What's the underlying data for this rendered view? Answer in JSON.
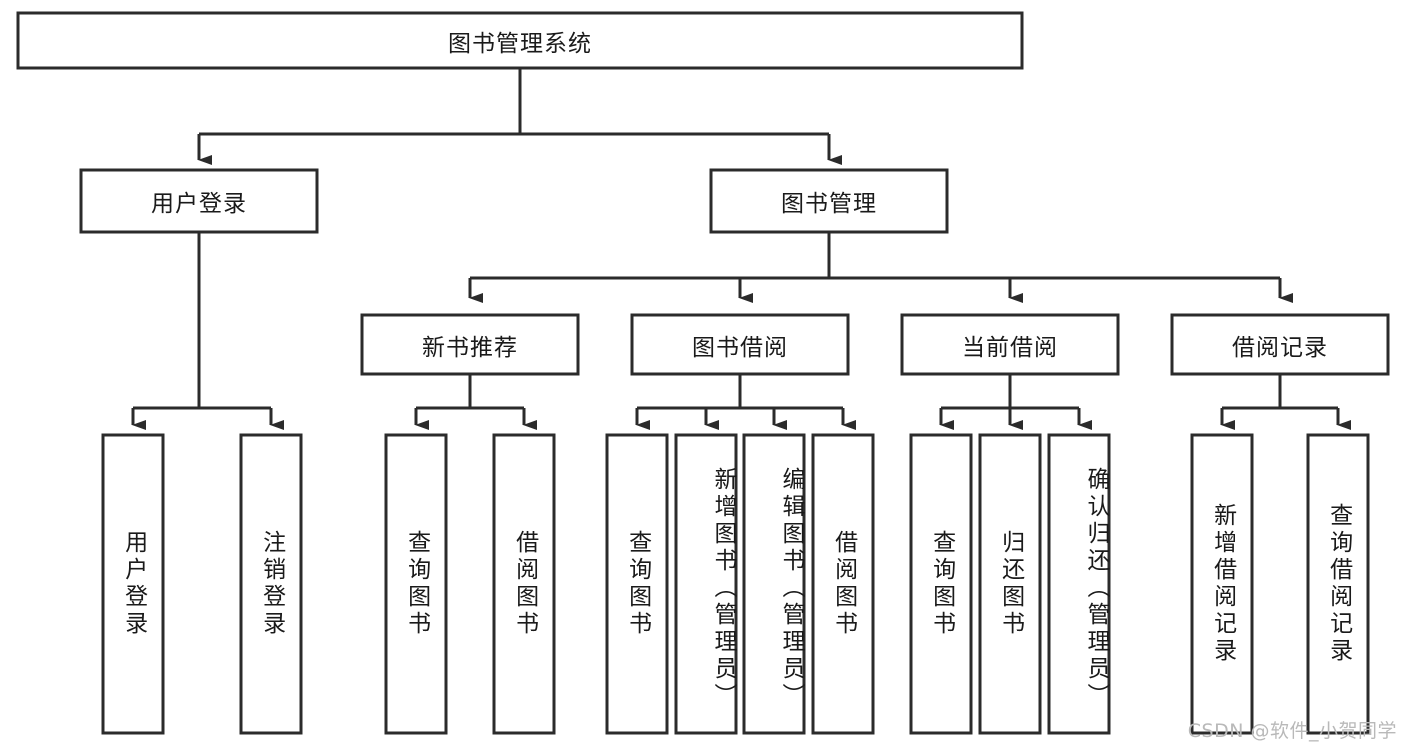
{
  "diagram": {
    "title": "图书管理系统",
    "type": "hierarchy-tree",
    "watermark": "CSDN @软件_小贺同学",
    "colors": {
      "stroke": "#2b2b2b",
      "fill": "#ffffff",
      "text": "#1a1a1a",
      "watermark": "#b9b9b9"
    },
    "levels": {
      "root": {
        "label": "图书管理系统"
      },
      "level2": [
        {
          "label": "用户登录"
        },
        {
          "label": "图书管理"
        }
      ],
      "level3": [
        {
          "label": "新书推荐"
        },
        {
          "label": "图书借阅"
        },
        {
          "label": "当前借阅"
        },
        {
          "label": "借阅记录"
        }
      ],
      "leaves": [
        {
          "label": "用户登录",
          "parent": "用户登录"
        },
        {
          "label": "注销登录",
          "parent": "用户登录"
        },
        {
          "label": "查询图书",
          "parent": "新书推荐"
        },
        {
          "label": "借阅图书",
          "parent": "新书推荐"
        },
        {
          "label": "查询图书",
          "parent": "图书借阅"
        },
        {
          "label": "新增图书（管理员）",
          "parent": "图书借阅"
        },
        {
          "label": "编辑图书（管理员）",
          "parent": "图书借阅"
        },
        {
          "label": "借阅图书",
          "parent": "图书借阅"
        },
        {
          "label": "查询图书",
          "parent": "当前借阅"
        },
        {
          "label": "归还图书",
          "parent": "当前借阅"
        },
        {
          "label": "确认归还（管理员）",
          "parent": "当前借阅"
        },
        {
          "label": "新增借阅记录",
          "parent": "借阅记录"
        },
        {
          "label": "查询借阅记录",
          "parent": "借阅记录"
        }
      ]
    }
  }
}
